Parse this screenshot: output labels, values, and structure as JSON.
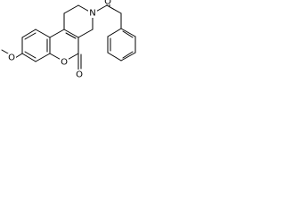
{
  "atoms": {
    "methoxy_oxygen": "O",
    "lactone_ring_oxygen": "O",
    "lactone_carbonyl_oxygen": "O",
    "amide_oxygen": "O",
    "ring_nitrogen": "N"
  },
  "colors": {
    "bond": "#000000",
    "label": "#000000",
    "background": "#ffffff"
  }
}
